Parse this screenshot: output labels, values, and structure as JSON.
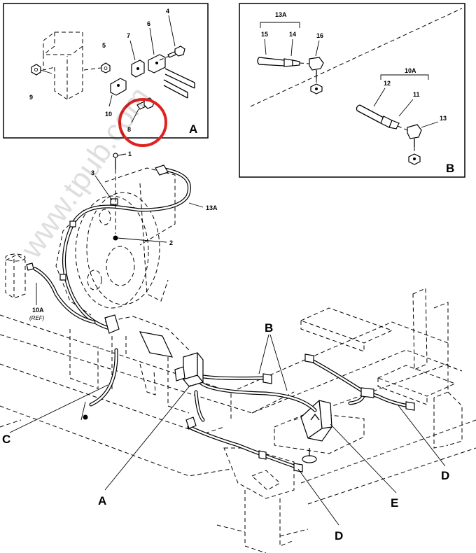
{
  "watermark": "www.tpub.com",
  "colors": {
    "line": "#000000",
    "highlight_circle": "#e0211d",
    "background": "#ffffff"
  },
  "detail_a": {
    "letter": "A",
    "callouts": {
      "c4": "4",
      "c5": "5",
      "c6": "6",
      "c7": "7",
      "c8": "8",
      "c9": "9",
      "c10": "10"
    }
  },
  "detail_b": {
    "letter": "B",
    "callouts": {
      "c13a": "13A",
      "c15": "15",
      "c14": "14",
      "c16": "16",
      "c10a": "10A",
      "c12": "12",
      "c11": "11",
      "c13": "13"
    }
  },
  "main": {
    "callouts": {
      "c1": "1",
      "c3": "3",
      "c2": "2",
      "c13a": "13A",
      "c10a": "10A",
      "ref": "(REF)"
    },
    "letters": {
      "b": "B",
      "c": "C",
      "a": "A",
      "d_right": "D",
      "e": "E",
      "d_bottom": "D"
    }
  }
}
